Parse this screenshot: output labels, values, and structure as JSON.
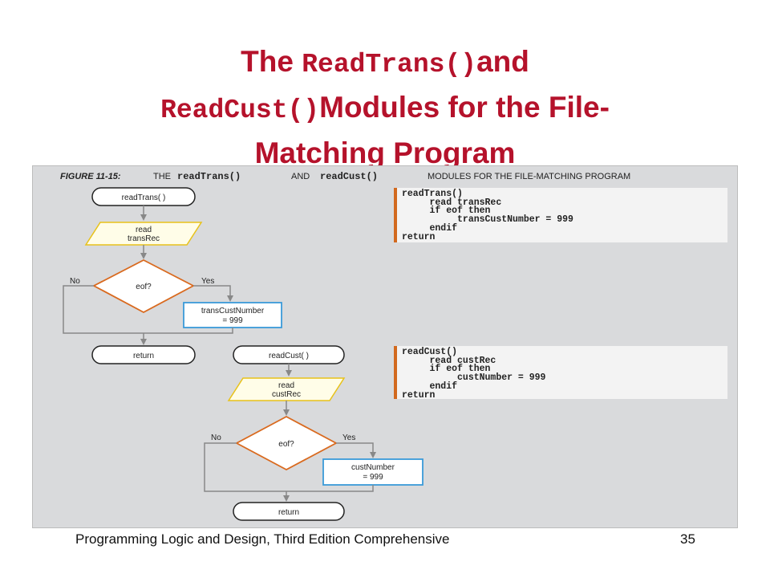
{
  "title": {
    "w1": "The ",
    "c1": "ReadTrans()",
    "w2": "and",
    "c2": "ReadCust()",
    "w3": "Modules for the File-",
    "w4": "Matching Program"
  },
  "figure": {
    "caption_label": "FIGURE 11-15:",
    "caption_the": "THE",
    "caption_c1": "readTrans()",
    "caption_and": "AND",
    "caption_c2": "readCust()",
    "caption_rest": "MODULES FOR THE FILE-MATCHING PROGRAM",
    "flow1": {
      "start": "readTrans( )",
      "io_line1": "read",
      "io_line2": "transRec",
      "decision": "eof?",
      "no": "No",
      "yes": "Yes",
      "process_line1": "transCustNumber",
      "process_line2": "= 999",
      "end": "return"
    },
    "flow2": {
      "start": "readCust( )",
      "io_line1": "read",
      "io_line2": "custRec",
      "decision": "eof?",
      "no": "No",
      "yes": "Yes",
      "process_line1": "custNumber",
      "process_line2": "= 999",
      "end": "return"
    },
    "code1": "readTrans()\n     read transRec\n     if eof then\n          transCustNumber = 999\n     endif\nreturn",
    "code2": "readCust()\n     read custRec\n     if eof then\n          custNumber = 999\n     endif\nreturn"
  },
  "footer": {
    "left": "Programming Logic and Design, Third Edition Comprehensive",
    "page": "35"
  },
  "colors": {
    "title": "#b5122b",
    "terminal_border": "#222222",
    "io_border": "#e8c21a",
    "decision_border": "#d96a1f",
    "process_border": "#3a9ad9",
    "code_accent": "#d2691e",
    "figure_bg": "#d9dadc"
  }
}
